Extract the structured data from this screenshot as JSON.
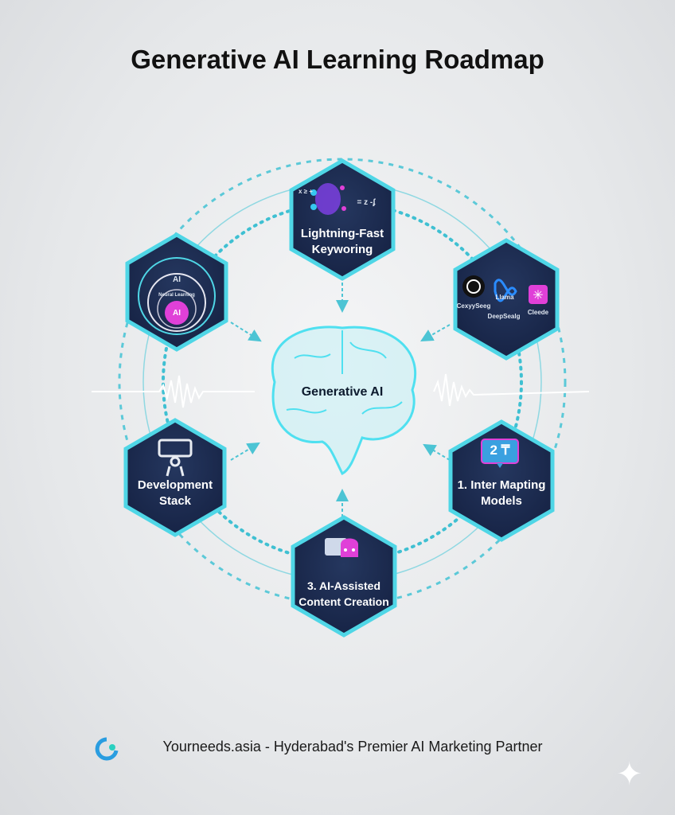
{
  "title": "Generative AI Learning Roadmap",
  "center": {
    "label": "Generative AI",
    "icon": "brain-icon"
  },
  "nodes": {
    "top": {
      "line1": "Lightning-Fast",
      "line2": "Keyworing",
      "icon": "neural-network-icon",
      "formula": "= z -ʄ",
      "formula_left": "x ≥ +"
    },
    "top_left": {
      "outer": "AI",
      "middle": "Neural Learning",
      "inner": "AI",
      "icon": "concentric-circles-icon"
    },
    "top_right": {
      "m1": "CexyySeeg",
      "m2": "Llama",
      "m3": "DeepSealg",
      "m4": "Cleede",
      "icon": "model-logos-icon"
    },
    "bottom_left": {
      "line1": "Development",
      "line2": "Stack",
      "icon": "robot-arm-icon"
    },
    "bottom_right": {
      "line1": "1. Inter Mapting",
      "line2": "Models",
      "icon": "translate-icon",
      "badge": "2 ₸"
    },
    "bottom": {
      "line1": "3. AI-Assisted",
      "line2": "Content Creation",
      "icon": "chat-bot-icon"
    }
  },
  "footer": {
    "text": "Yourneeds.asia - Hyderabad's Premier AI Marketing Partner",
    "icon": "yourneeds-logo-icon"
  },
  "colors": {
    "accent": "#4fd6e6",
    "hex_fill": "#1d2b4f",
    "magenta": "#e040d8"
  }
}
